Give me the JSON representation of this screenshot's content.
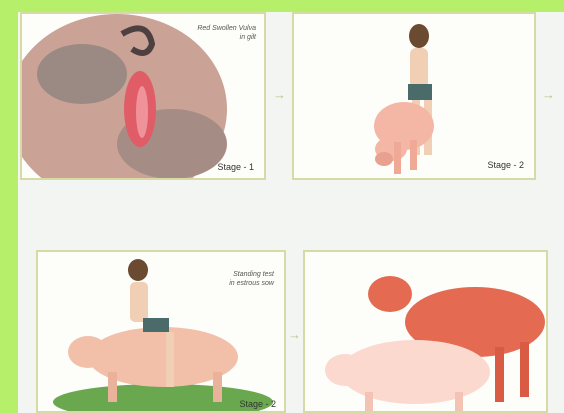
{
  "panels": [
    {
      "caption_line1": "Red Swollen Vulva",
      "caption_line2": "in gilt",
      "stage": "Stage - 1"
    },
    {
      "caption_line1": "",
      "caption_line2": "",
      "stage": "Stage - 2"
    },
    {
      "caption_line1": "Standing test",
      "caption_line2": "in estrous sow",
      "stage": "Stage - 2"
    },
    {
      "caption_line1": "",
      "caption_line2": "",
      "stage": ""
    }
  ],
  "colors": {
    "background_green": "#b6f06a",
    "panel_border": "#d6dba6",
    "pig_pink": "#f4b7a6",
    "pig_red": "#e46a52"
  },
  "arrows": {
    "symbol": "→"
  }
}
